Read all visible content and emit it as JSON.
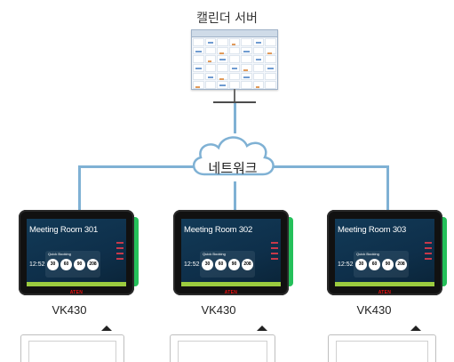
{
  "server": {
    "label": "캘린더 서버"
  },
  "network": {
    "label": "네트워크"
  },
  "devices": [
    {
      "model": "VK430",
      "room": "Meeting Room 301",
      "clock": "12:52",
      "quick_booking": "Quick Booking",
      "durations": [
        "30",
        "60",
        "90",
        "208"
      ],
      "brand": "ATEN"
    },
    {
      "model": "VK430",
      "room": "Meeting Room 302",
      "clock": "12:52",
      "quick_booking": "Quick Booking",
      "durations": [
        "30",
        "60",
        "90",
        "208"
      ],
      "brand": "ATEN"
    },
    {
      "model": "VK430",
      "room": "Meeting Room 303",
      "clock": "12:52",
      "quick_booking": "Quick Booking",
      "durations": [
        "30",
        "60",
        "90",
        "208"
      ],
      "brand": "ATEN"
    }
  ],
  "colors": {
    "connector": "#7fb1d4",
    "panel_edge": "#25c05a",
    "status_bar": "#9ccc3f"
  }
}
